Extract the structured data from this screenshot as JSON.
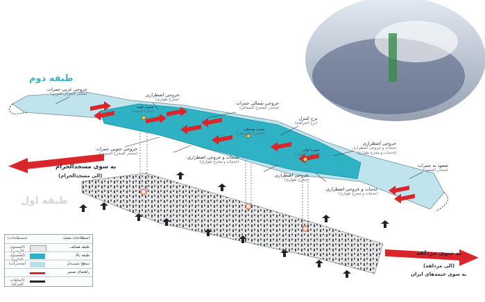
{
  "levels": {
    "second": "طبقه دوم",
    "first": "طبقه اول"
  },
  "directions": {
    "masjid": {
      "title": "به سوی مسجدالحرام",
      "sub": "(الی مسجدالحرام)"
    },
    "muzdalifah": {
      "title": "به سوی مزدلفه",
      "sub": "(الی مزدلفة)",
      "sub2": "به سوی خیمه‌های ایران"
    }
  },
  "labels": {
    "west_exit": {
      "title": "خروجی غربی جمرات",
      "sub": "(منحدر الدوران الغربي)"
    },
    "emergency_exit_top": {
      "title": "خروجی اضطراری",
      "sub": "(مخرج طوارئ)"
    },
    "north_exit": {
      "title": "خروجی شمالی جمرات",
      "sub": "(منحدر المخرج الشمالي)"
    },
    "control_tower": {
      "title": "برج کنترل",
      "sub": "(برج المراقبة)"
    },
    "emergency_services_right": {
      "title": "خروجی اضطراری",
      "sub": "خدمات و خروجی اضطراری",
      "sub2": "(خدمات و مخرج طوارئ)"
    },
    "jamarat_aqaba": {
      "title": "جمره عقبه",
      "sub": "(جمرة العقبة)"
    },
    "jamarat_wusta": {
      "title": "جمره وسطی",
      "sub": "(الجمرة الوسطى)"
    },
    "jamarat_ula": {
      "title": "جمره اولی",
      "sub": "(الجمرة الأولى)"
    },
    "south_exit": {
      "title": "خروجی جنوبی جمرات",
      "sub": "(منحدر المخرج الجنوبي)"
    },
    "services_center": {
      "title": "خدمات و خروجی اضطراری",
      "sub": "(خدمات و مخرج طوارئ)"
    },
    "emergency_exit_mid": {
      "title": "خروجی اضطراری",
      "sub": "(مخرج طوارئ)"
    },
    "services_lower": {
      "title": "خدمات و خروجی اضطراری",
      "sub": "(خدمات و مخرج طوارئ)"
    },
    "ascent": {
      "title": "صعود به جمرات",
      "sub": "(منحدر الصعود)"
    }
  },
  "legend": {
    "header_a": "(مصطلحات)",
    "header_b": "اصطلاحات نقشه",
    "rows": [
      {
        "a": "(المستوى الأرضي)",
        "b": "طبقه همکف",
        "color": "#e6e8ea"
      },
      {
        "a": "(المستوى العلوي)",
        "b": "طبقه بالا",
        "color": "#2fb3c4"
      },
      {
        "a": "(منحدرات)",
        "b": "سطح شیب‌دار",
        "color": "#b8e0ea"
      },
      {
        "a": "",
        "b": "راهنمای مسیر",
        "color": "#d8262b"
      },
      {
        "a": "(اتجاهات الحركة)",
        "b": "",
        "color": "#222222"
      }
    ]
  },
  "colors": {
    "upper": "#2fb3c4",
    "upper_dark": "#1a8fa3",
    "ramp": "#bfe4ee",
    "ground": "#e4e6e8",
    "arrow_red": "#d8262b",
    "text_teal": "#3ab4c6"
  }
}
